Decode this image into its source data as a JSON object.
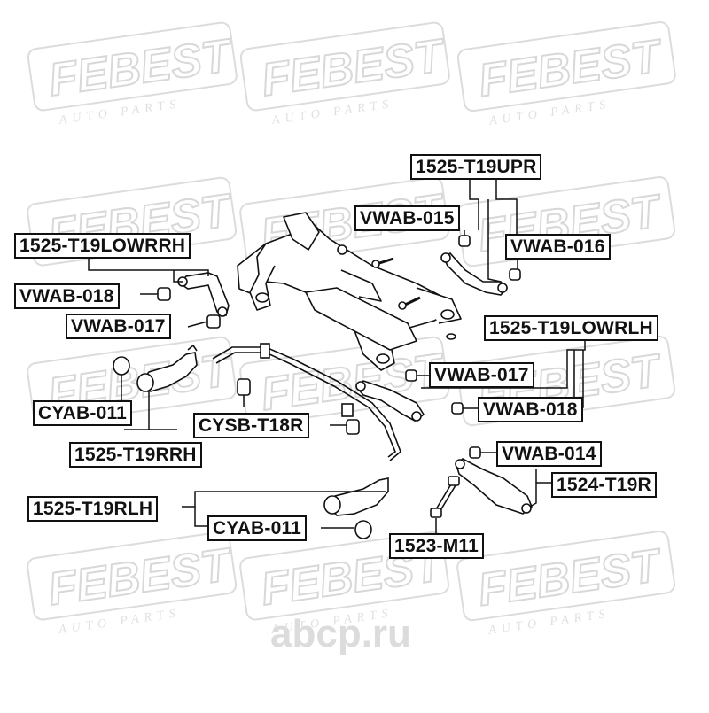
{
  "watermark": {
    "brand": "FEBEST",
    "sub": "AUTO PARTS",
    "footer": "abcp.ru"
  },
  "labels": {
    "upr": "1525-T19UPR",
    "vwab015": "VWAB-015",
    "vwab016": "VWAB-016",
    "lowrrh": "1525-T19LOWRRH",
    "vwab018_l": "VWAB-018",
    "vwab017_l": "VWAB-017",
    "lowrlh": "1525-T19LOWRLH",
    "vwab017_r": "VWAB-017",
    "vwab018_r": "VWAB-018",
    "cyab011_top": "CYAB-011",
    "cysb": "CYSB-T18R",
    "rrh": "1525-T19RRH",
    "vwab014": "VWAB-014",
    "r1524": "1524-T19R",
    "rlh": "1525-T19RLH",
    "cyab011_bot": "CYAB-011",
    "m1523": "1523-M11"
  }
}
